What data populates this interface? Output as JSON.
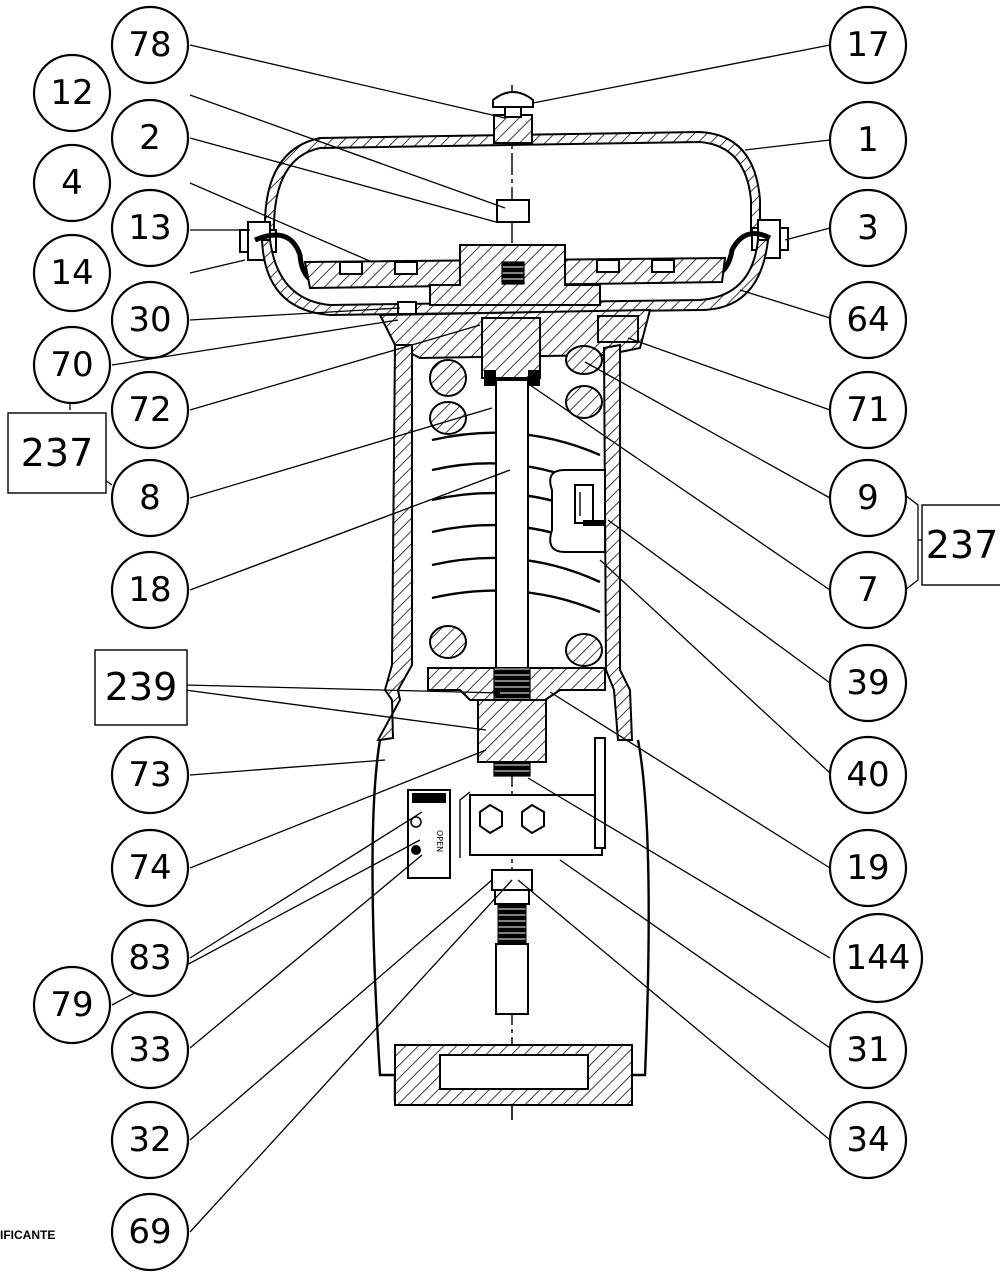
{
  "labels": {
    "left": [
      "78",
      "12",
      "2",
      "4",
      "13",
      "14",
      "30",
      "70",
      "72",
      "8",
      "18",
      "73",
      "74",
      "83",
      "79",
      "33",
      "32",
      "69"
    ],
    "right": [
      "17",
      "1",
      "3",
      "64",
      "71",
      "9",
      "7",
      "39",
      "40",
      "19",
      "144",
      "31",
      "34"
    ]
  },
  "boxes": {
    "left_237": "237",
    "right_237": "237",
    "box_239": "239"
  },
  "scale_text": "OPEN",
  "footer_text": "IFICANTE"
}
